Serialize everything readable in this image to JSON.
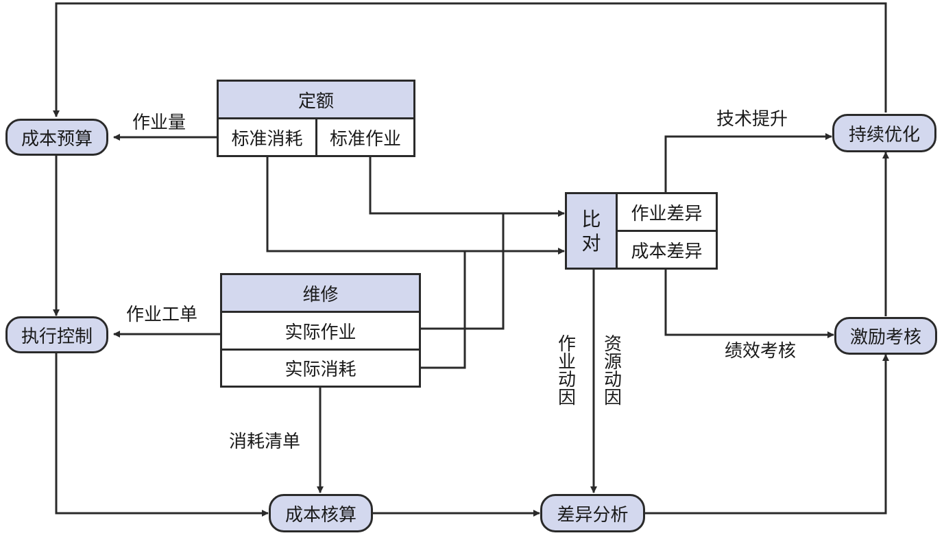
{
  "colors": {
    "node_fill": "#d3d8ee",
    "stroke": "#2a2a2a",
    "text": "#1a1a1a",
    "background": "#ffffff"
  },
  "nodes": {
    "cost_budget": "成本预算",
    "execution_control": "执行控制",
    "cost_accounting": "成本核算",
    "variance_analysis": "差异分析",
    "continuous_optimization": "持续优化",
    "incentive_assessment": "激励考核"
  },
  "quota_table": {
    "header": "定额",
    "standard_consumption": "标准消耗",
    "standard_operation": "标准作业"
  },
  "maintenance_table": {
    "header": "维修",
    "actual_operation": "实际作业",
    "actual_consumption": "实际消耗"
  },
  "compare_table": {
    "header": "比对",
    "operation_variance": "作业差异",
    "cost_variance": "成本差异"
  },
  "edge_labels": {
    "workload": "作业量",
    "work_order": "作业工单",
    "consumption_list": "消耗清单",
    "technology_upgrade": "技术提升",
    "performance_assessment": "绩效考核",
    "activity_driver": "作业动因",
    "resource_driver": "资源动因"
  }
}
